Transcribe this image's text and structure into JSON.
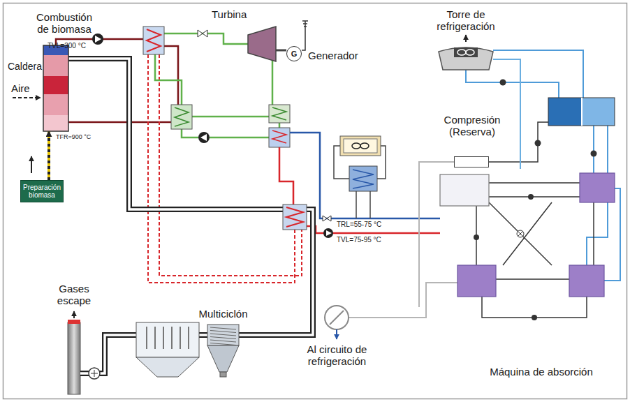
{
  "diagram": {
    "nodes": [
      {
        "text": [
          "Caldera"
        ]
      },
      {
        "text": [
          "Preparación biomasa"
        ]
      },
      {
        "text": [
          "Turbina"
        ]
      },
      {
        "text": [
          "Generador",
          "G"
        ]
      },
      {
        "text": [
          "Torre de refrigeración"
        ]
      },
      {
        "text": [
          "Compresión (Reserva)"
        ]
      },
      {
        "text": [
          "Multiciclón"
        ]
      },
      {
        "text": [
          "Máquina de absorción"
        ]
      },
      {
        "text": [
          "Gases escape"
        ]
      }
    ],
    "edges": [
      {
        "from": 1,
        "to": 0,
        "arrow": "to"
      },
      {
        "from": 0,
        "to": 6,
        "arrow": "none"
      },
      {
        "from": 6,
        "to": 8,
        "arrow": "none"
      },
      {
        "from": 2,
        "to": 3,
        "arrow": "none"
      },
      {
        "from": 7,
        "to": 4,
        "arrow": "none"
      }
    ],
    "labels": [
      "Combustión de biomasa",
      "Aire",
      "TVL=300 °C",
      "TFR=900 °C",
      "TRL=55-75 °C",
      "TVL=75-95 °C",
      "Al circuito de refrigeración"
    ]
  }
}
